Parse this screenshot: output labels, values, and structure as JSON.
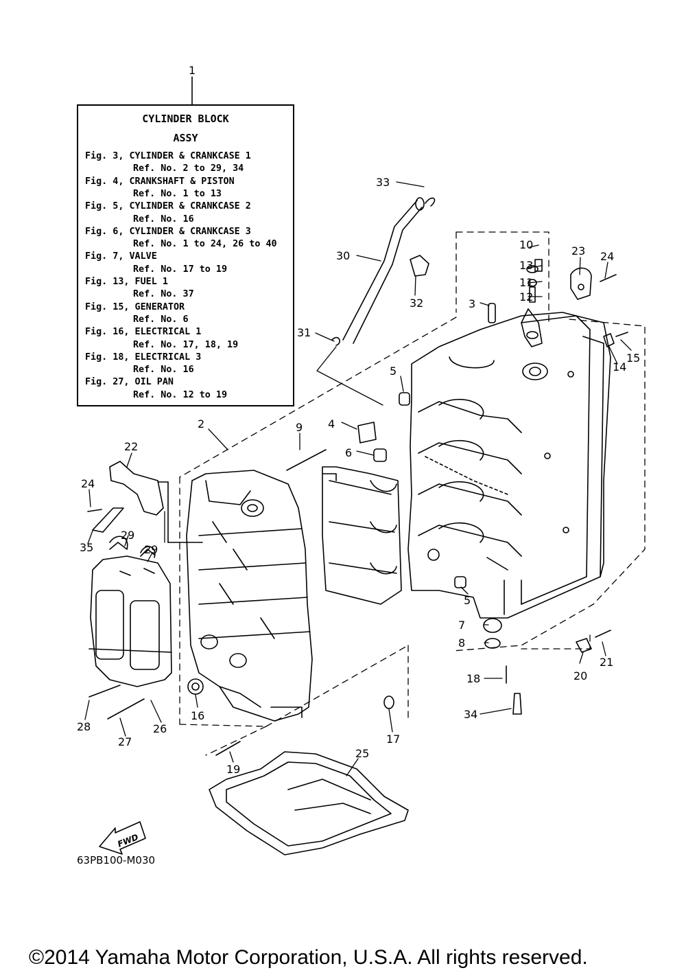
{
  "reference_box": {
    "title_line1": "CYLINDER BLOCK",
    "title_line2": "ASSY",
    "lines": [
      "Fig. 3, CYLINDER & CRANKCASE 1",
      "Ref. No. 2 to 29, 34",
      "Fig. 4, CRANKSHAFT & PISTON",
      "Ref. No. 1 to 13",
      "Fig. 5, CYLINDER & CRANKCASE 2",
      "Ref. No. 16",
      "Fig. 6, CYLINDER & CRANKCASE 3",
      "Ref. No. 1 to 24, 26 to 40",
      "Fig. 7, VALVE",
      "Ref. No. 17 to 19",
      "Fig. 13, FUEL 1",
      "Ref. No. 37",
      "Fig. 15, GENERATOR",
      "Ref. No. 6",
      "Fig. 16, ELECTRICAL 1",
      "Ref. No. 17, 18, 19",
      "Fig. 18, ELECTRICAL 3",
      "Ref. No. 16",
      "Fig. 27, OIL PAN",
      "Ref. No. 12 to 19"
    ]
  },
  "callouts": [
    "1",
    "2",
    "3",
    "4",
    "5",
    "5",
    "6",
    "7",
    "8",
    "9",
    "10",
    "11",
    "12",
    "13",
    "14",
    "15",
    "16",
    "17",
    "18",
    "19",
    "20",
    "21",
    "22",
    "23",
    "24",
    "24",
    "25",
    "26",
    "27",
    "28",
    "29",
    "29",
    "30",
    "31",
    "32",
    "33",
    "34",
    "35"
  ],
  "fwd_label": "FWD",
  "diagram_code": "63PB100-M030",
  "copyright": "©2014 Yamaha Motor Corporation, U.S.A. All rights reserved."
}
